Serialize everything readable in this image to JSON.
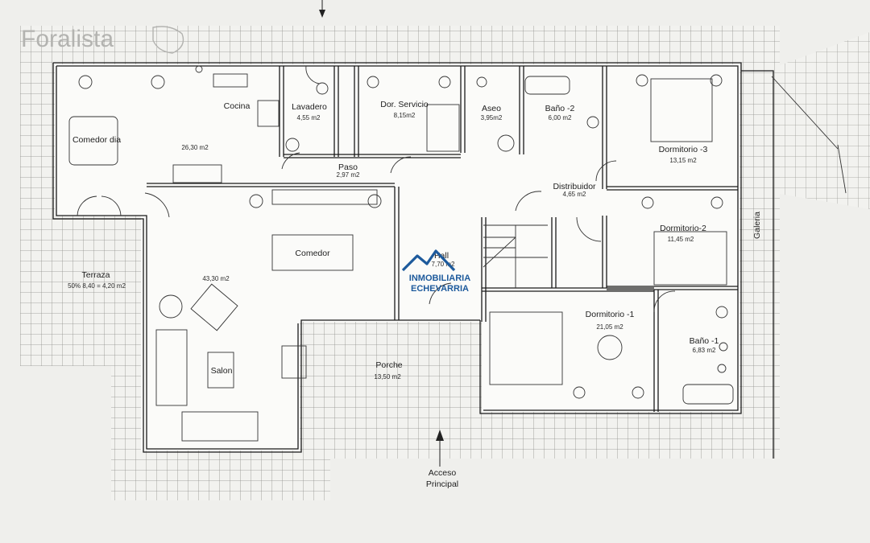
{
  "watermark": {
    "text": "Foralista"
  },
  "brand": {
    "line1": "INMOBILIARIA",
    "line2": "ECHEVARRIA",
    "color": "#1d5a9c"
  },
  "rooms": {
    "comedor_dia": {
      "name": "Comedor dia",
      "area": "26,30 m2"
    },
    "cocina": {
      "name": "Cocina"
    },
    "lavadero": {
      "name": "Lavadero",
      "area": "4,55 m2"
    },
    "dor_servicio": {
      "name": "Dor. Servicio",
      "area": "8,15m2"
    },
    "aseo": {
      "name": "Aseo",
      "area": "3,95m2"
    },
    "bano2": {
      "name": "Baño -2",
      "area": "6,00 m2"
    },
    "dormitorio3": {
      "name": "Dormitorio -3",
      "area": "13,15 m2"
    },
    "paso": {
      "name": "Paso",
      "area": "2,97 m2"
    },
    "distribuidor": {
      "name": "Distribuidor",
      "area": "4,65 m2"
    },
    "comedor": {
      "name": "Comedor"
    },
    "salon_area": {
      "area": "43,30 m2"
    },
    "salon": {
      "name": "Salon"
    },
    "dormitorio2": {
      "name": "Dormitorio-2",
      "area": "11,45 m2"
    },
    "hall": {
      "name": "Hall",
      "area": "7,70 m2"
    },
    "terraza": {
      "name": "Terraza",
      "area": "50% 8,40 = 4,20 m2"
    },
    "galeria": {
      "name": "Galeria"
    },
    "dormitorio1": {
      "name": "Dormitorio -1",
      "area": "21,05 m2"
    },
    "bano1": {
      "name": "Baño -1",
      "area": "6,83 m2"
    },
    "porche": {
      "name": "Porche",
      "area": "13,50 m2"
    }
  },
  "entrance": {
    "line1": "Acceso",
    "line2": "Principal"
  }
}
